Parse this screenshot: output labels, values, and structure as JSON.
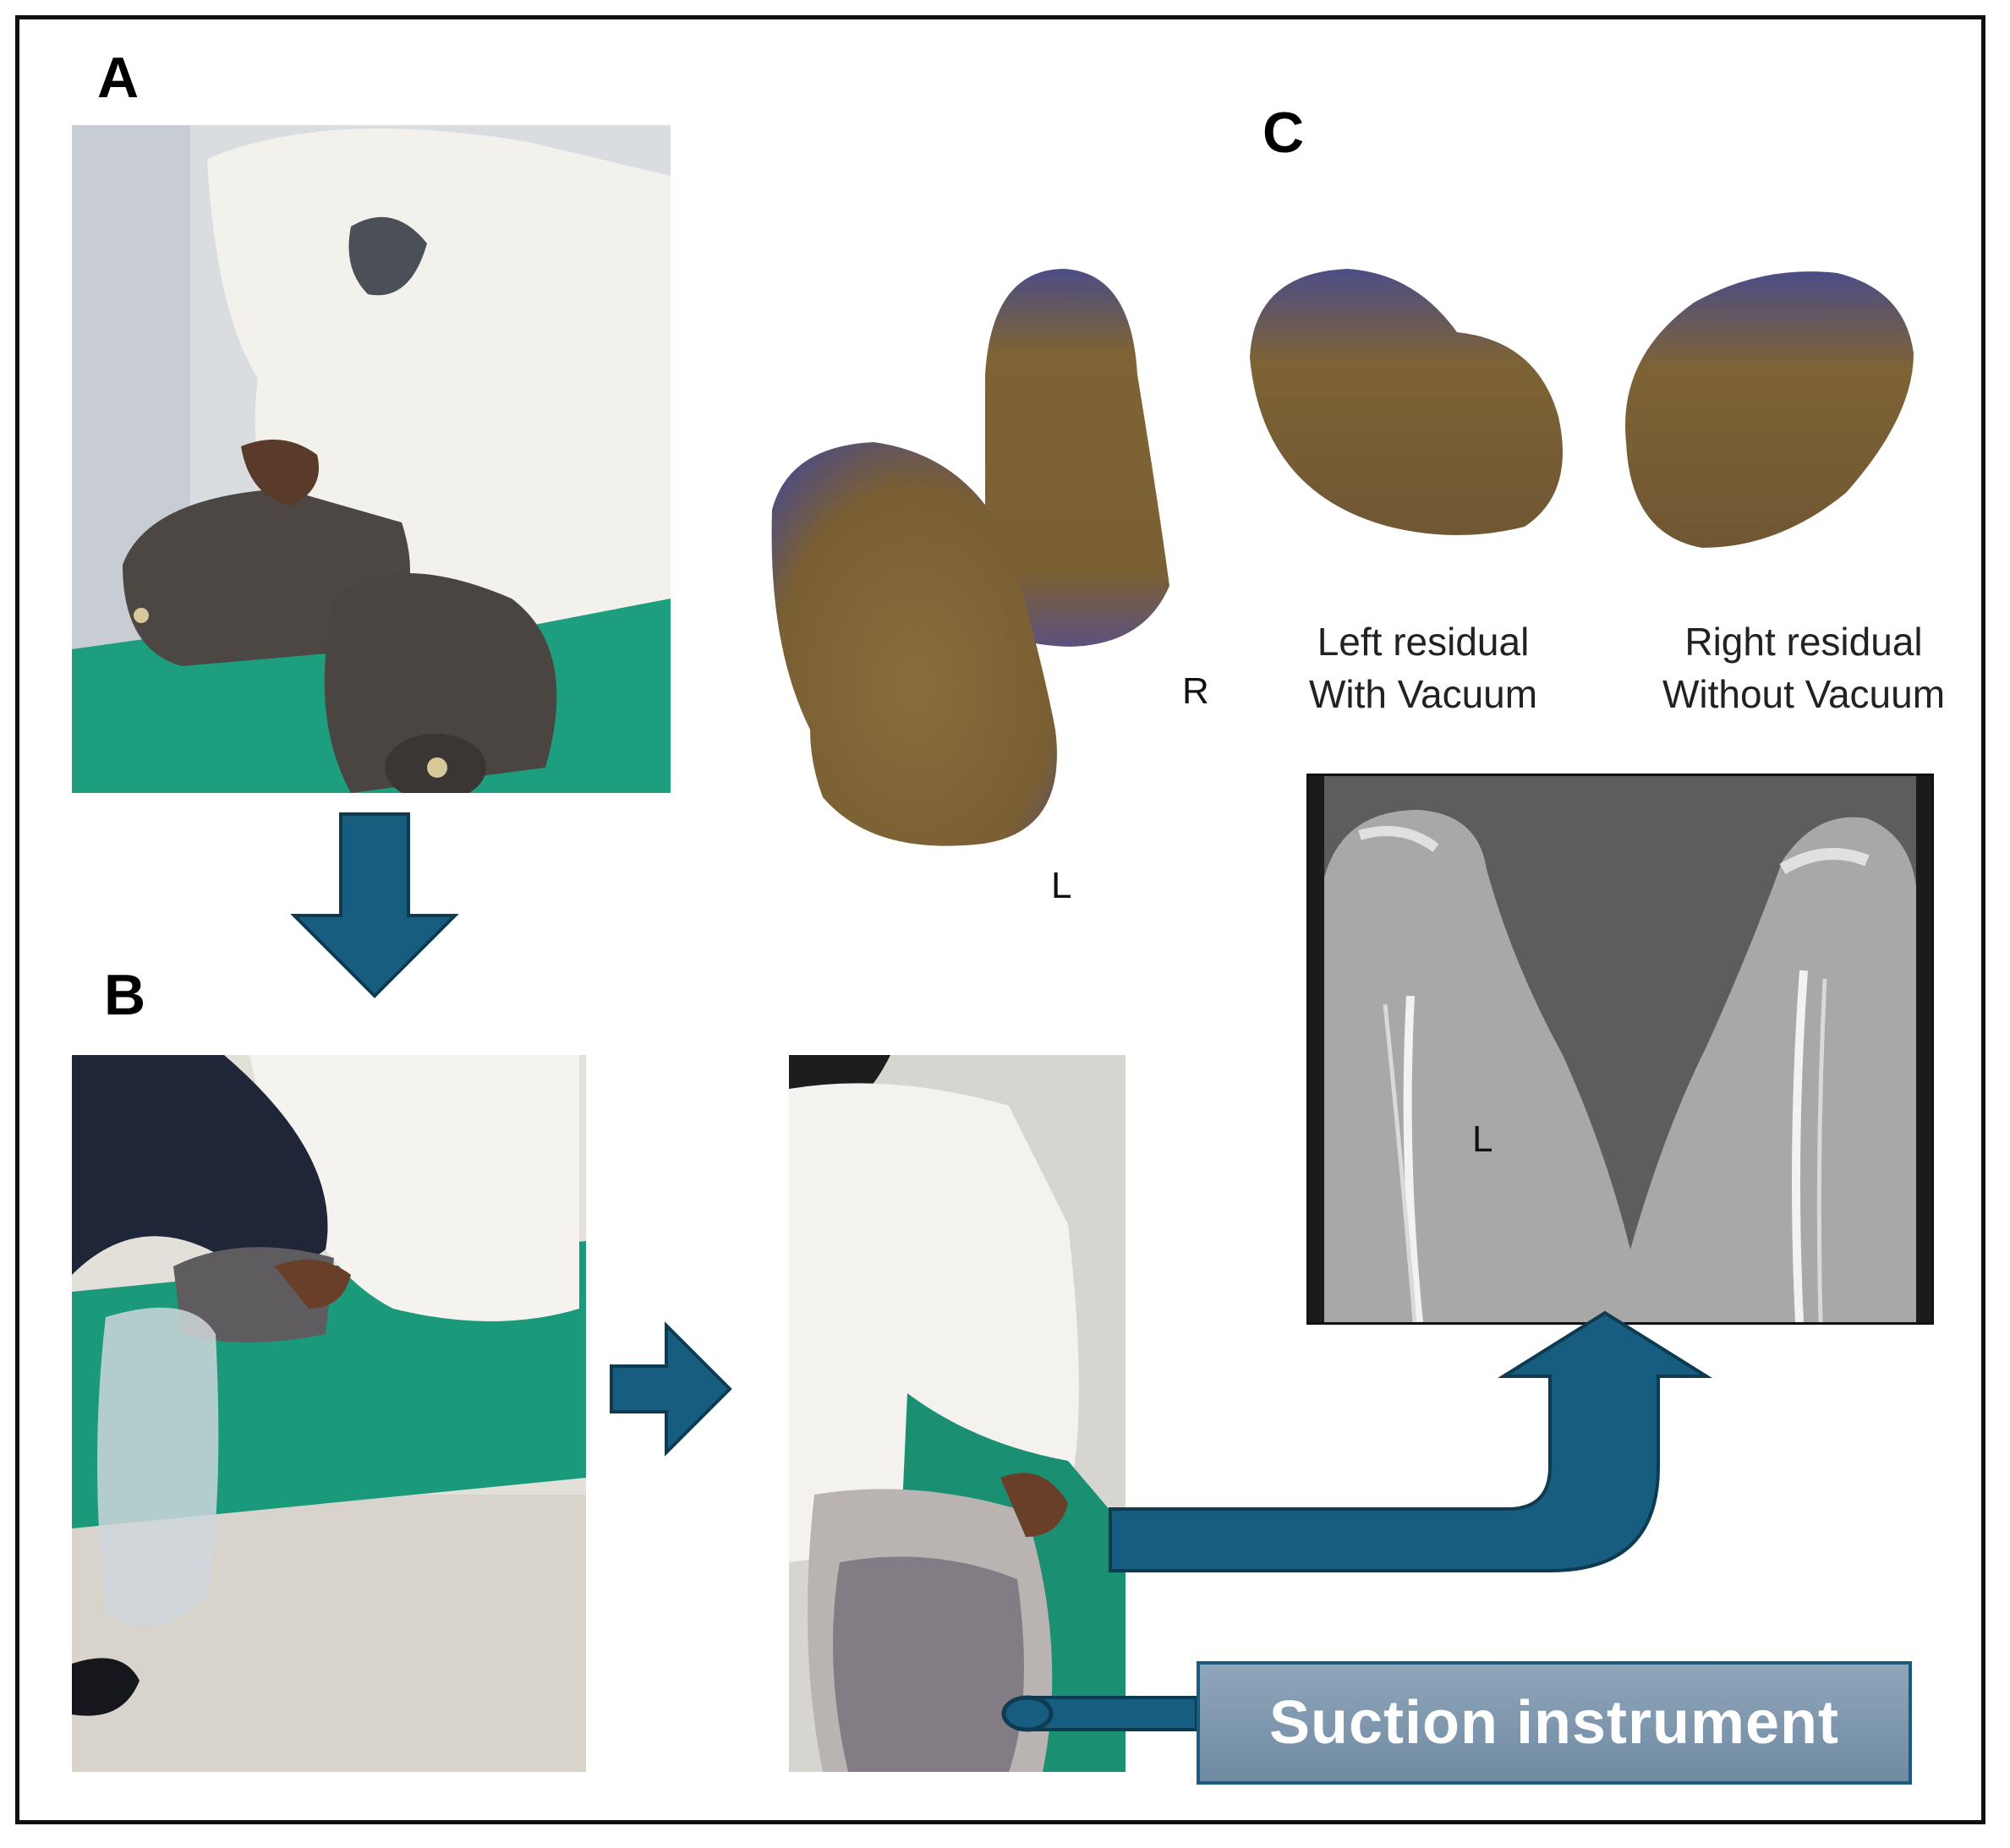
{
  "panels": {
    "a": {
      "letter": "A"
    },
    "b": {
      "letter": "B"
    },
    "c": {
      "letter": "C"
    }
  },
  "models": {
    "pair_right_marker": "R",
    "pair_left_marker": "L",
    "left_residual": {
      "line1": "Left residual",
      "line2": "With Vacuum"
    },
    "right_residual": {
      "line1": "Right residual",
      "line2": "Without Vacuum"
    }
  },
  "ct_scan": {
    "left_marker": "L"
  },
  "suction": {
    "label": "Suction instrument"
  },
  "colors": {
    "arrow_fill": "#175d80",
    "arrow_stroke": "#0d3b52",
    "model_brown": "#7e6335",
    "model_blue": "#4c4d86",
    "drape_green": "#1a9f80",
    "suction_box": "#7f97ad"
  }
}
